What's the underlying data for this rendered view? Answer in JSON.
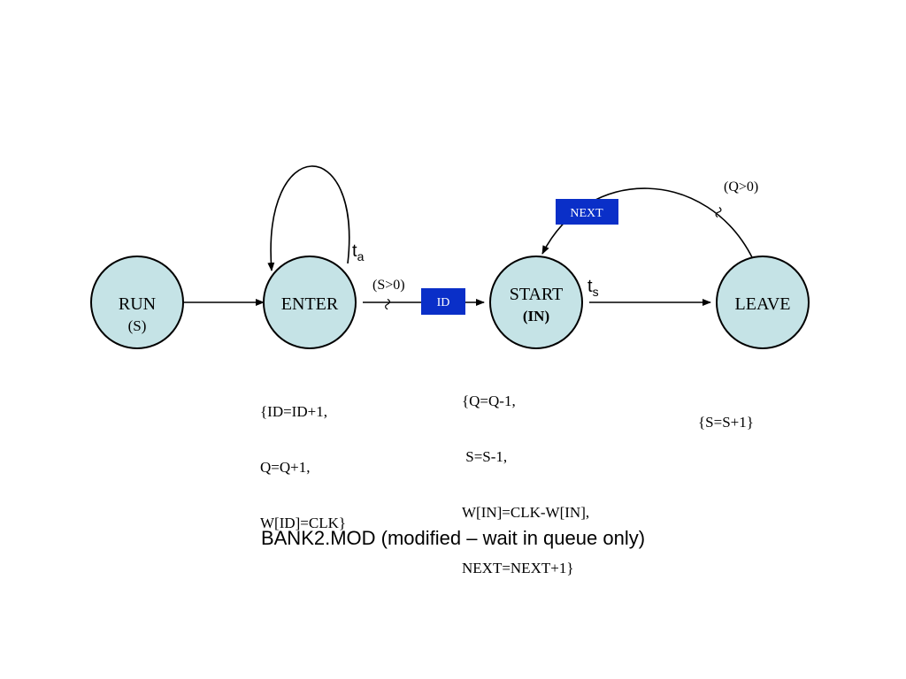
{
  "colors": {
    "node_fill": "#c5e3e6",
    "node_stroke": "#000000",
    "token_fill": "#0a2fc8",
    "token_text": "#ffffff",
    "edge": "#000000"
  },
  "nodes": {
    "run": {
      "label": "RUN",
      "sub": "(S)"
    },
    "enter": {
      "label": "ENTER"
    },
    "start": {
      "label": "START",
      "sub": "(IN)"
    },
    "leave": {
      "label": "LEAVE"
    }
  },
  "edges": {
    "enter_self": {
      "delay_main": "t",
      "delay_sub": "a"
    },
    "enter_start": {
      "condition": "(S>0)",
      "token": "ID",
      "tilde": "~"
    },
    "start_leave": {
      "delay_main": "t",
      "delay_sub": "s"
    },
    "leave_start": {
      "condition": "(Q>0)",
      "token": "NEXT",
      "tilde": "~"
    }
  },
  "actions": {
    "enter": [
      "{ID=ID+1,",
      "Q=Q+1,",
      "W[ID]=CLK}"
    ],
    "start": [
      "{Q=Q-1,",
      " S=S-1,",
      "W[IN]=CLK-W[IN],",
      "NEXT=NEXT+1}"
    ],
    "leave": [
      "{S=S+1}"
    ]
  },
  "caption": "BANK2.MOD (modified – wait in queue only)"
}
